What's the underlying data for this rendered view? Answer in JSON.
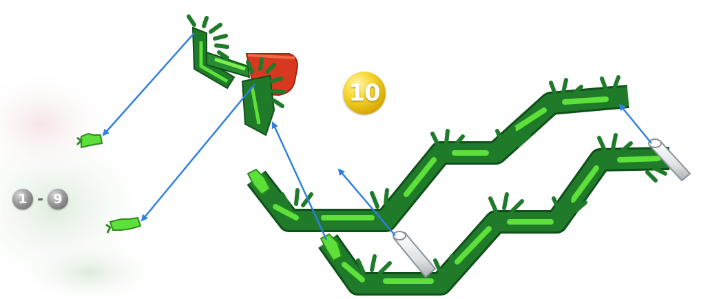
{
  "step": {
    "number": "10"
  },
  "reference": {
    "from": "1",
    "dash": "-",
    "to": "9"
  },
  "colors": {
    "rod_green": "#1f7a2a",
    "rod_dark": "#0f4f18",
    "connector_green": "#5ee03a",
    "red_connector": "#d8381f",
    "arrow_blue": "#2f7fe0",
    "white_rod": "#e9ecef"
  },
  "icons": [
    "green-tip-connector-icon",
    "red-connector-icon",
    "white-rod-icon",
    "blue-arrow-icon"
  ]
}
